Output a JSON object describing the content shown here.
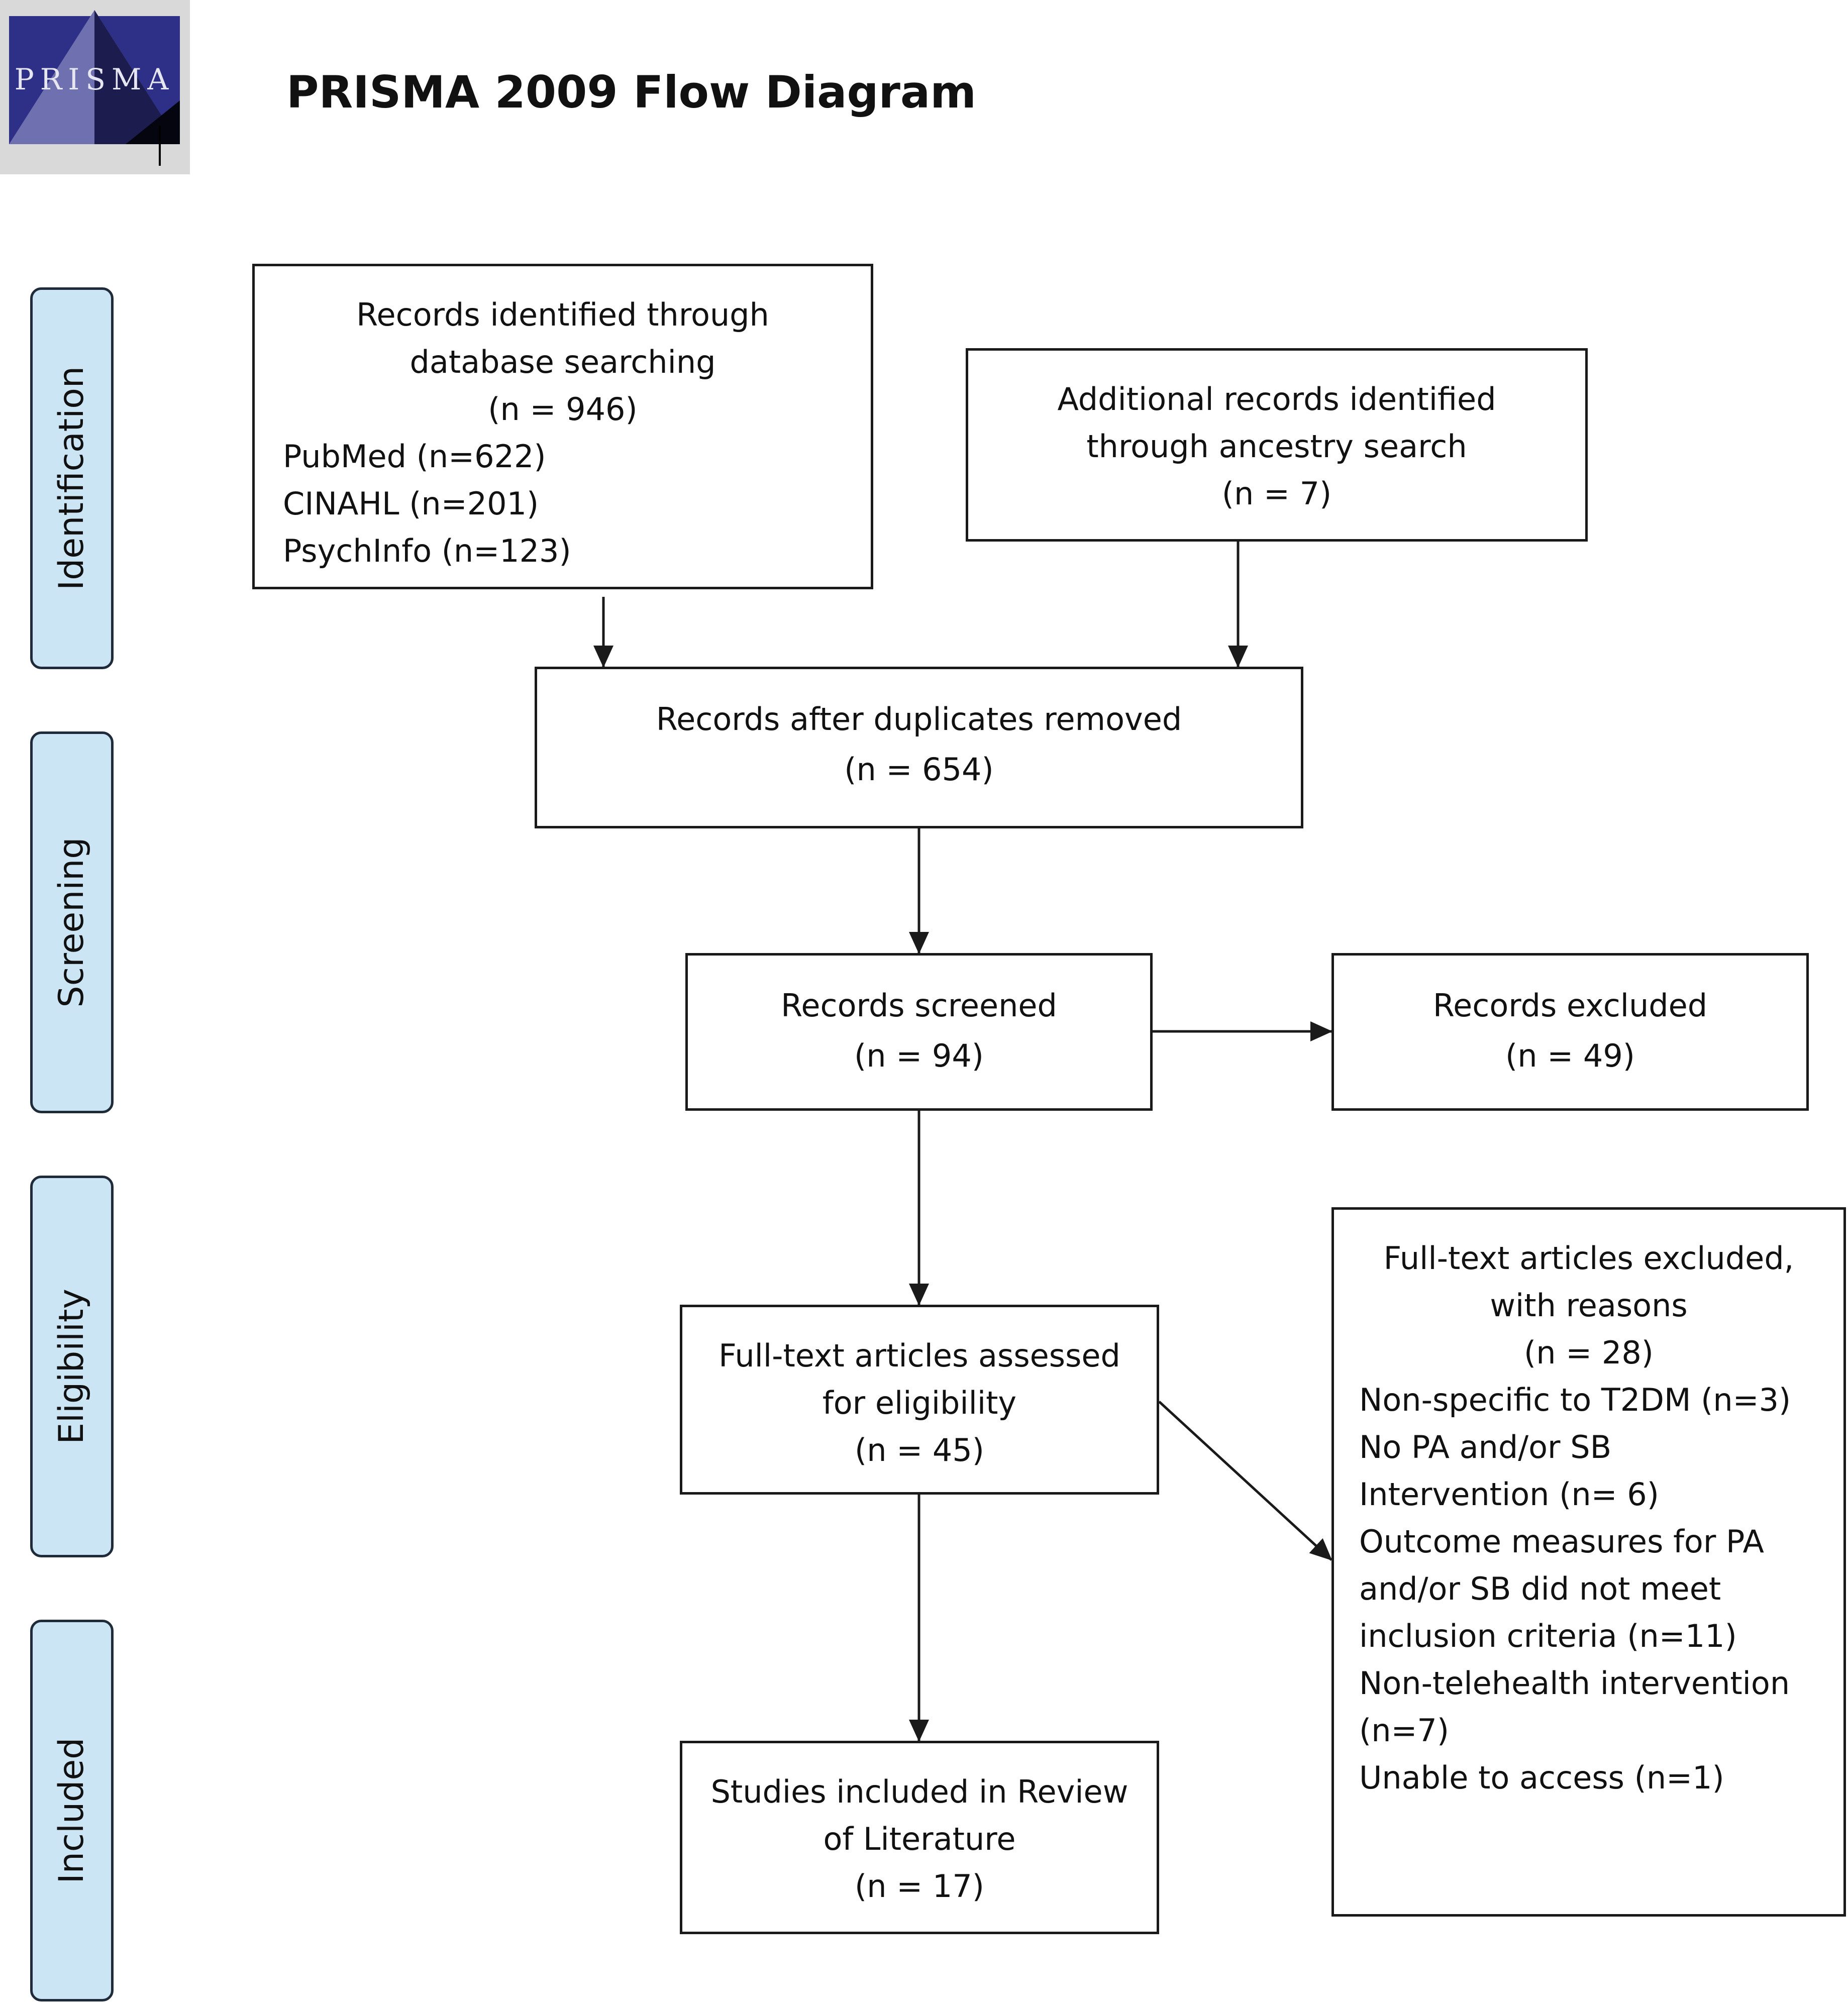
{
  "header": {
    "logo_text": "PRISMA",
    "title": "PRISMA 2009 Flow Diagram"
  },
  "stages": [
    "Identification",
    "Screening",
    "Eligibility",
    "Included"
  ],
  "boxes": {
    "database": {
      "lines": [
        "Records identified through",
        "database searching",
        "(n = 946)"
      ],
      "sources": [
        "PubMed (n=622)",
        "CINAHL (n=201)",
        "PsychInfo (n=123)"
      ]
    },
    "additional": {
      "lines": [
        "Additional records identified",
        "through ancestry search",
        "(n = 7)"
      ]
    },
    "duplicates_removed": {
      "lines": [
        "Records after duplicates removed",
        "(n = 654)"
      ]
    },
    "screened": {
      "lines": [
        "Records screened",
        "(n = 94)"
      ]
    },
    "excluded": {
      "lines": [
        "Records excluded",
        "(n = 49)"
      ]
    },
    "fulltext_assessed": {
      "lines": [
        "Full-text articles assessed",
        "for eligibility",
        "(n = 45)"
      ]
    },
    "fulltext_excluded": {
      "lines": [
        "Full-text articles excluded,",
        "with reasons",
        "(n = 28)"
      ],
      "reasons": [
        "Non-specific to T2DM (n=3)",
        "No PA and/or SB",
        "Intervention (n= 6)",
        "Outcome measures for PA",
        "and/or SB did not meet",
        "inclusion criteria (n=11)",
        "Non-telehealth intervention",
        "(n=7)",
        "Unable to access (n=1)"
      ]
    },
    "included": {
      "lines": [
        "Studies included in Review",
        "of Literature",
        "(n = 17)"
      ]
    }
  },
  "colors": {
    "stage_fill": "#cbe5f4",
    "stage_border": "#1f2b38",
    "box_border": "#1a1a1a",
    "arrow": "#1a1a1a"
  }
}
